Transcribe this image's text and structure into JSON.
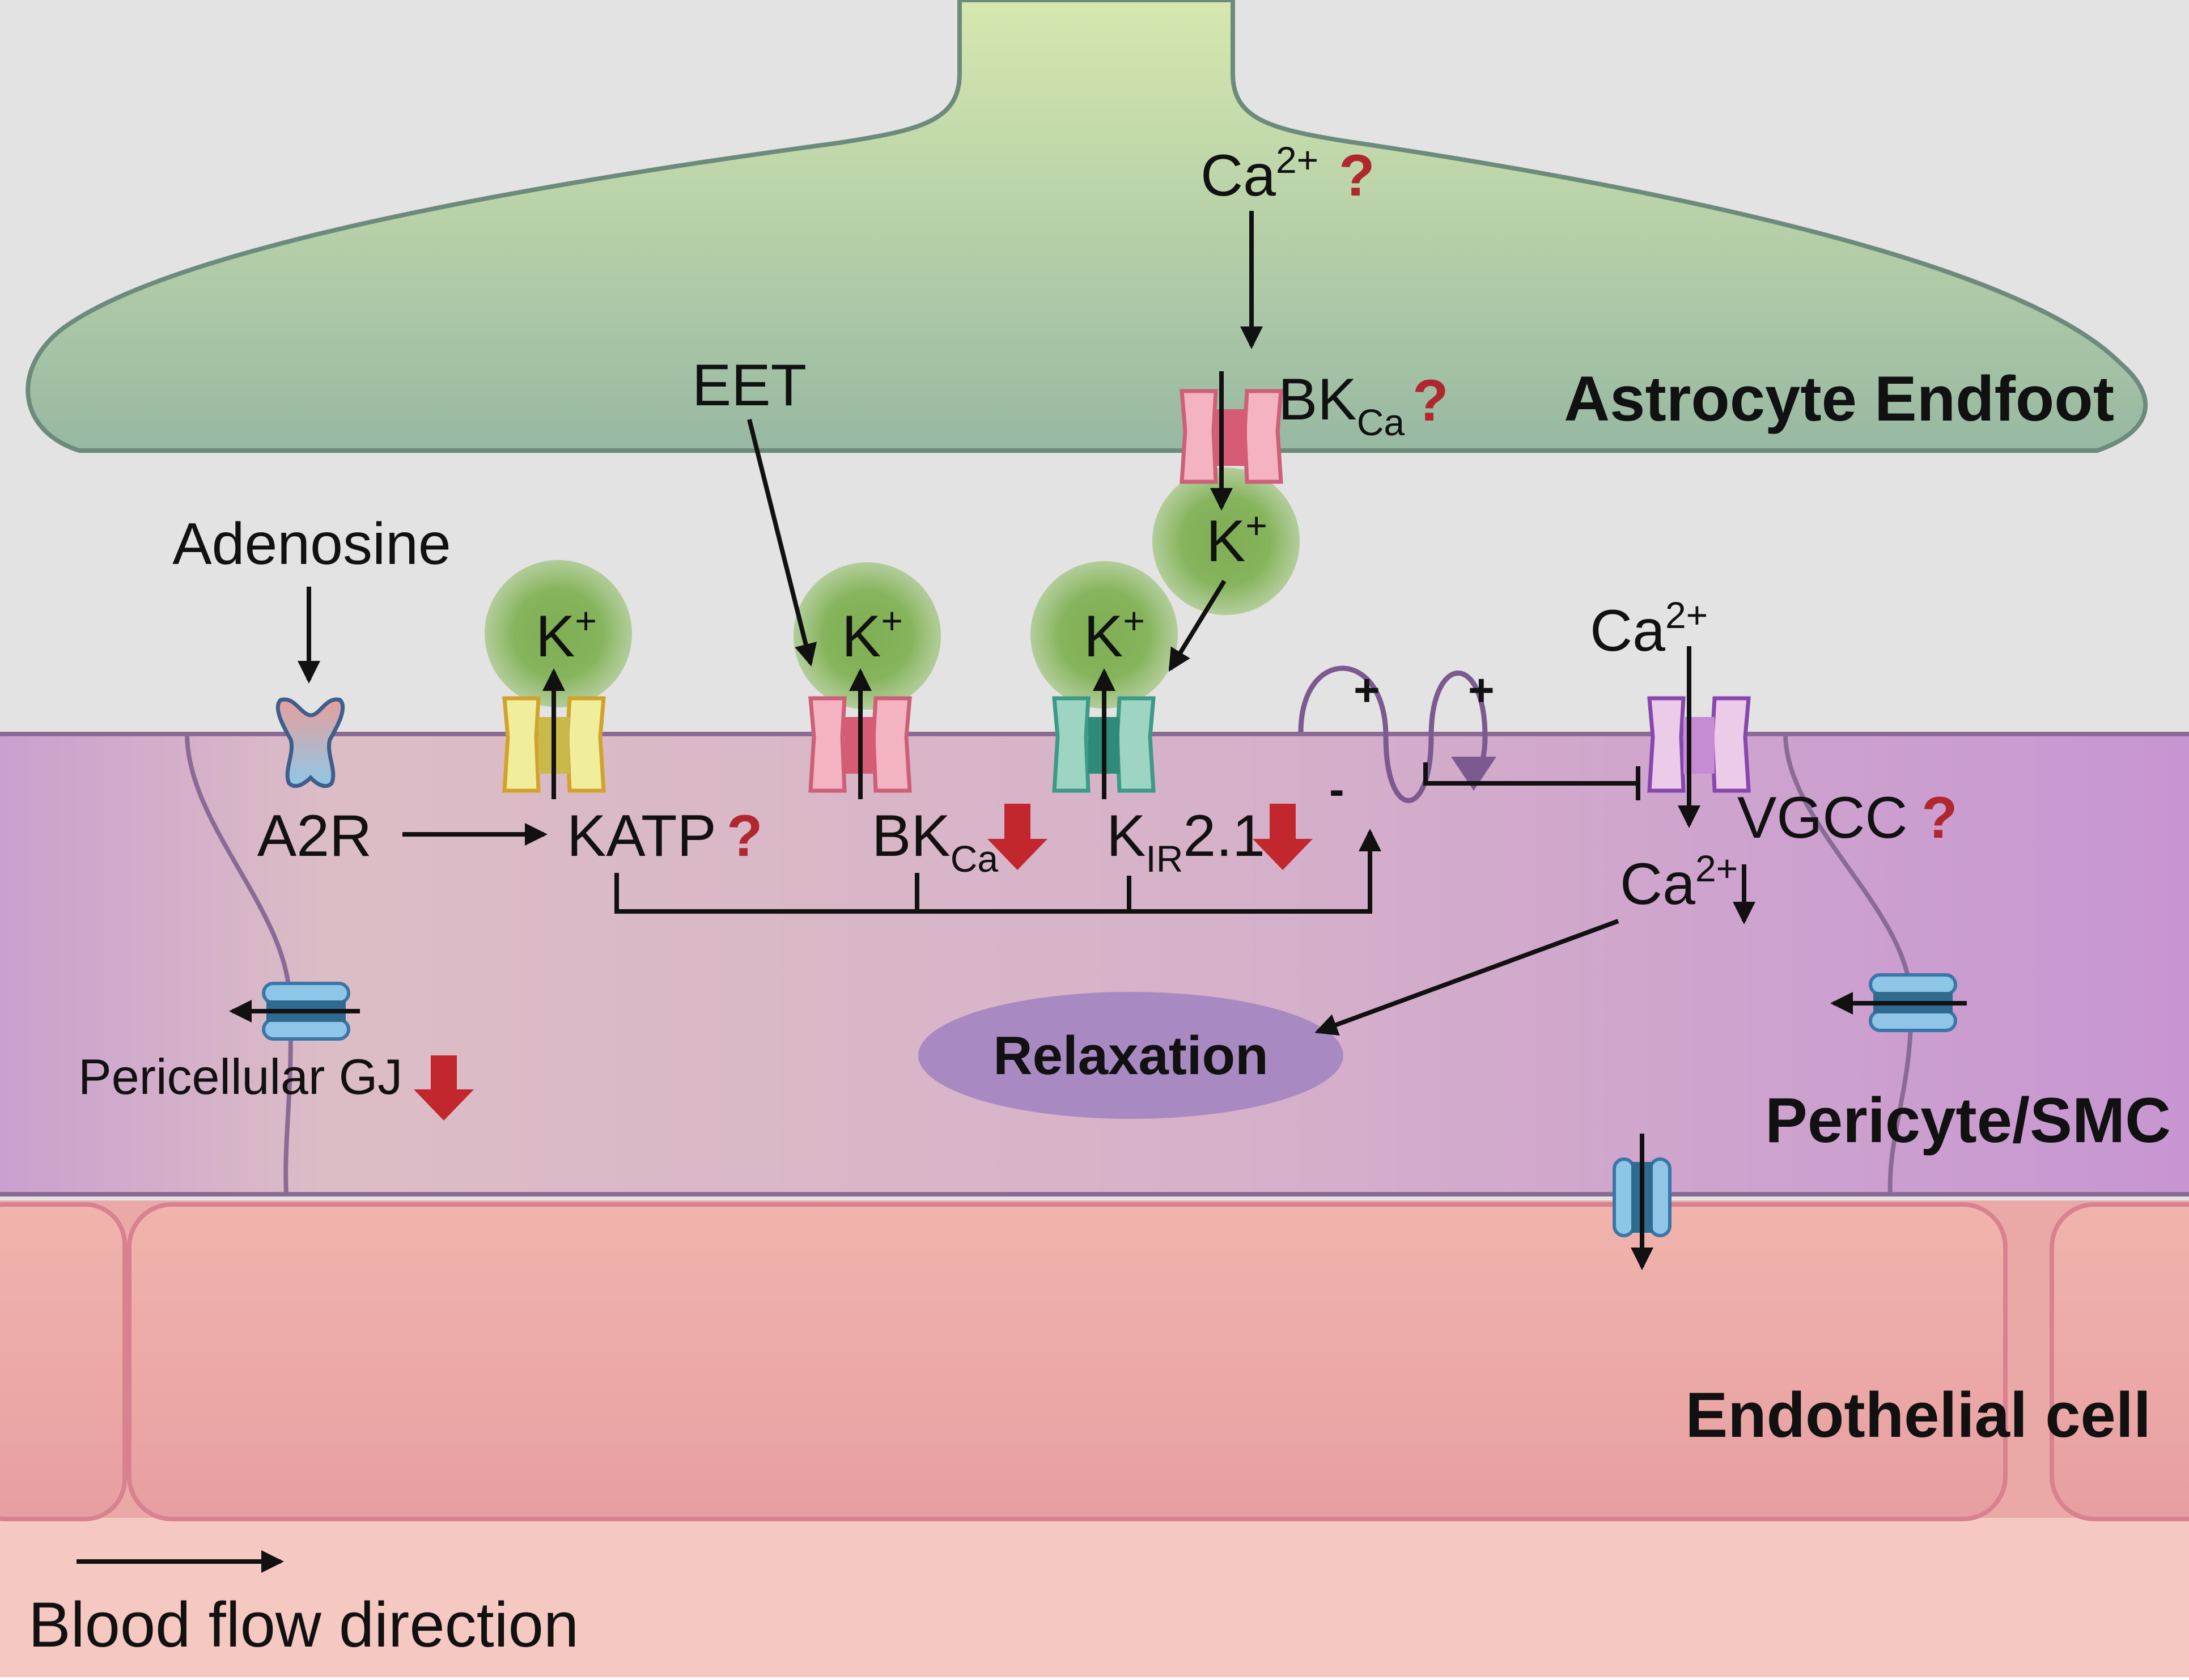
{
  "labels": {
    "astrocyte_endfoot": "Astrocyte Endfoot",
    "pericyte_smc": "Pericyte/SMC",
    "endothelial_cell": "Endothelial cell",
    "blood_flow": "Blood flow direction",
    "relaxation": "Relaxation",
    "adenosine": "Adenosine",
    "a2r": "A2R",
    "eet": "EET",
    "katp": "KATP",
    "bk_main": "BK",
    "bk_sub": "Ca",
    "kir_main": "K",
    "kir_sub": "IR",
    "kir_tail": "2.1",
    "vgcc": "VGCC",
    "pericellular_gj": "Pericellular GJ",
    "k_ion": "K",
    "k_charge": "+",
    "ca_ion": "Ca",
    "ca_charge": "2+",
    "question": "?",
    "plus": "+",
    "minus": "-"
  },
  "colors": {
    "background": "#e4e4e4",
    "astrocyte_top": "#d3e5ac",
    "astrocyte_bottom": "#97b9a0",
    "pericyte_left": "#dcbdc3",
    "pericyte_right": "#c89cd2",
    "endothelium": "#eca6a2",
    "lumen": "#f5c8c0",
    "k_glow": "#87b55f",
    "question_mark": "#b0282e",
    "decrease_arrow": "#c0282d",
    "katp_channel": "#f0ef9e",
    "bk_channel": "#f2b2bf",
    "kir_channel": "#9bd3c3",
    "vgcc_channel": "#ecc8e6",
    "gap_junction": "#8cc4e6",
    "relaxation_ellipse": "#a987c1"
  }
}
